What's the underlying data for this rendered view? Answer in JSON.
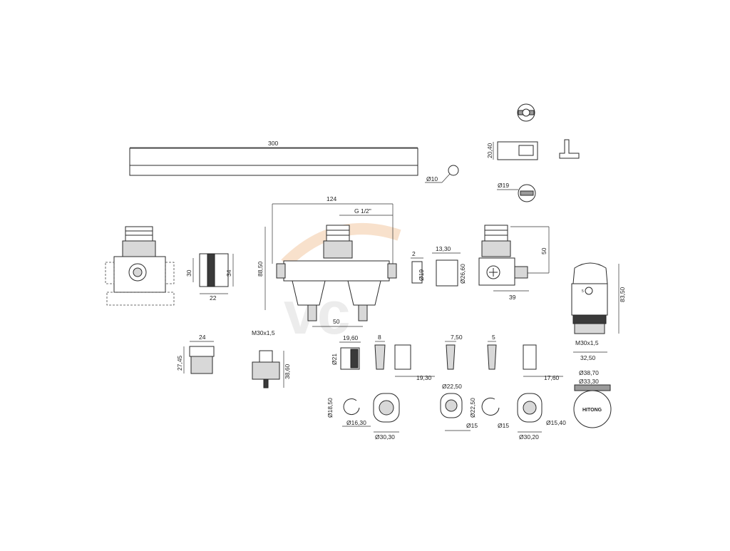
{
  "watermark": {
    "text": "vc",
    "accent_color": "#f3c9a3"
  },
  "dimensions": {
    "rail_length": "300",
    "cap_diameter": "Ø10",
    "head_height": "20,40",
    "cover_diameter": "Ø19",
    "body_width": "124",
    "thread": "G 1/2\"",
    "body_height": "88,50",
    "axis_spacing": "50",
    "ring_width": "2",
    "ring_diameter": "Ø19",
    "cap_width": "13,30",
    "cap_diameter_b": "Ø26,60",
    "valve_height": "50",
    "valve_width": "39",
    "nut_inner": "30",
    "nut_outer": "34",
    "nut_length": "22",
    "head_total_height": "83,50",
    "head_thread": "M30x1,5",
    "head_width": "32,50",
    "insert_width": "24",
    "insert_height": "27,45",
    "cartridge_thread": "M30x1,5",
    "cartridge_height": "38,60",
    "sleeve_width": "19,60",
    "sleeve_diameter": "Ø21",
    "wedge_width": "8",
    "wedge_height": "19,30",
    "wedge2_width": "7,50",
    "wedge3_width": "5",
    "wedge4_height": "17,60",
    "cap_outer_diameter": "Ø38,70",
    "cap_inner_diameter": "Ø33,30",
    "clip_diameter": "Ø18,50",
    "clip_inner": "Ø16,30",
    "rosette_diameter": "Ø30,30",
    "rosette2_outer": "Ø22,50",
    "rosette2_inner": "Ø15",
    "clip2_diameter": "Ø22,50",
    "clip2_inner": "Ø15",
    "rosette3_diameter": "Ø30,20",
    "rosette3_inner": "Ø15,40",
    "head_brand": "HITONG"
  }
}
